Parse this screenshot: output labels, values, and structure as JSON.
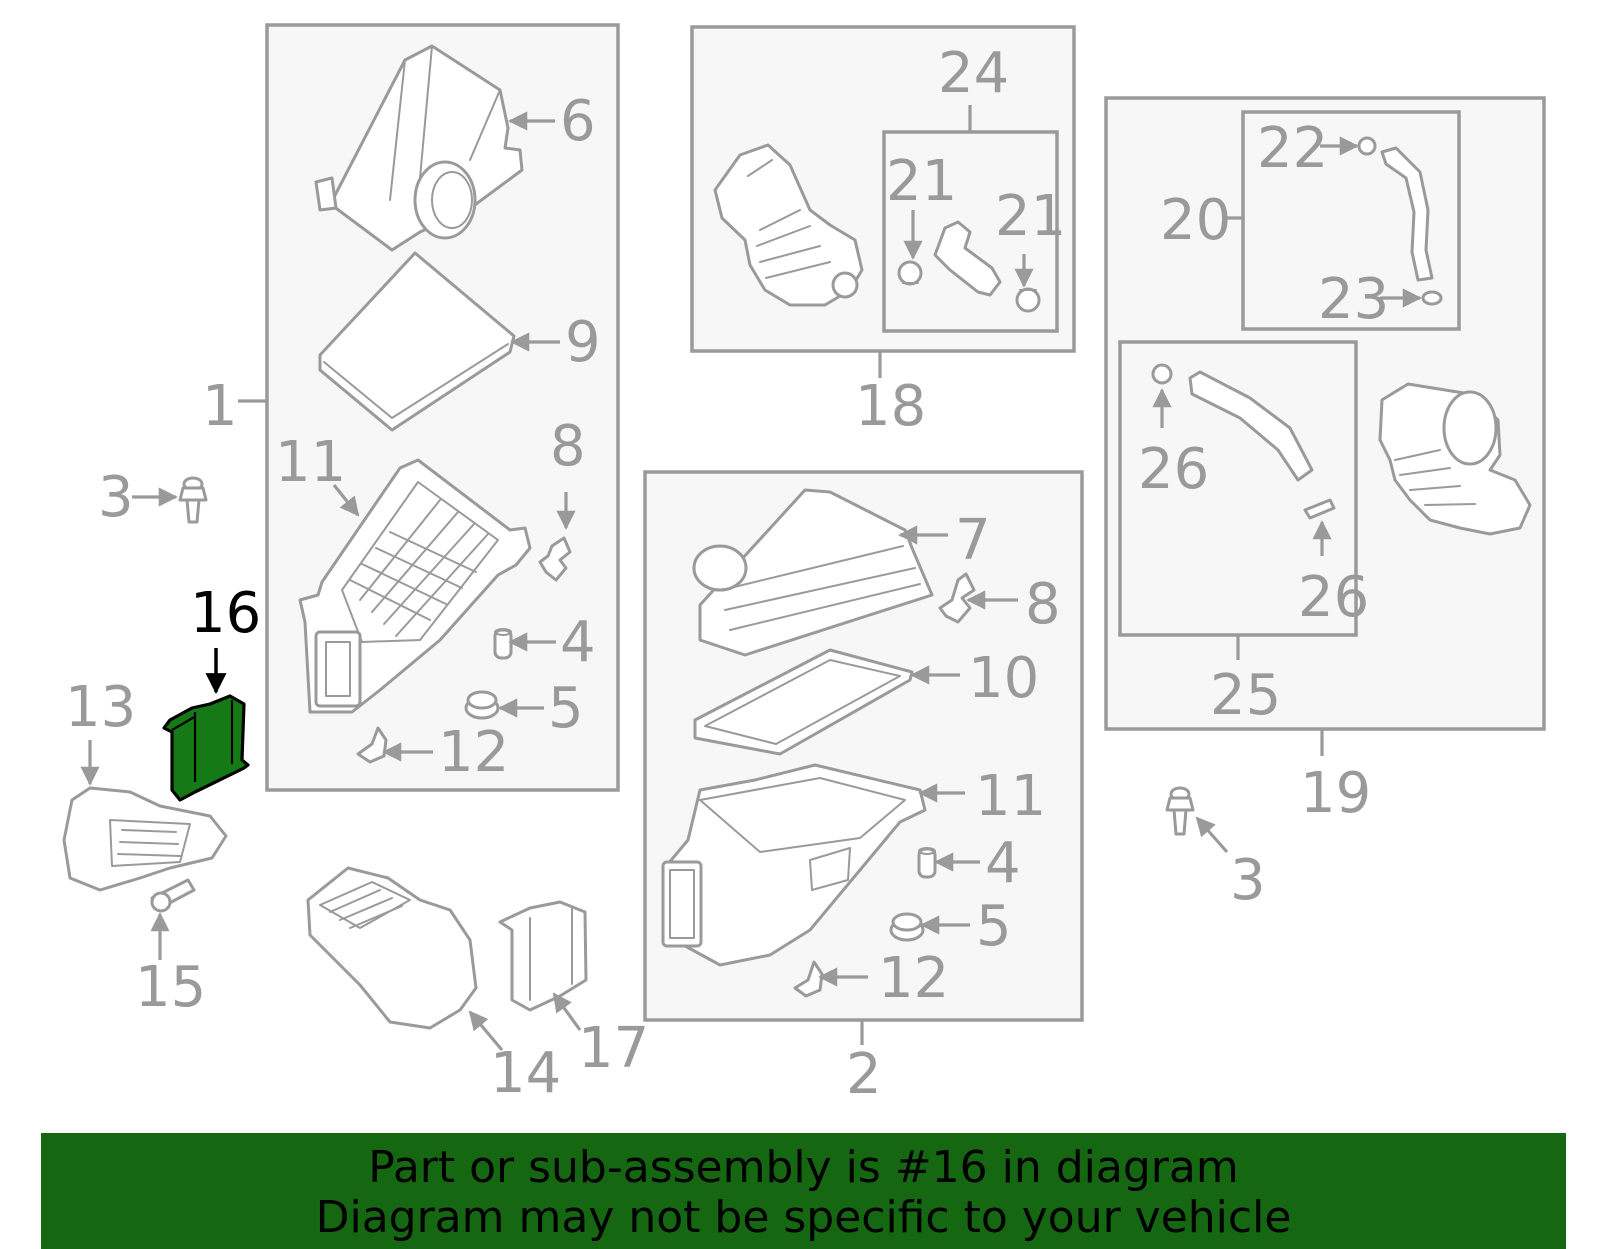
{
  "diagram": {
    "highlighted_part": "16",
    "callouts": {
      "c1": "1",
      "c2": "2",
      "c3a": "3",
      "c3b": "3",
      "c4a": "4",
      "c4b": "4",
      "c5a": "5",
      "c5b": "5",
      "c6": "6",
      "c7": "7",
      "c8a": "8",
      "c8b": "8",
      "c9": "9",
      "c10": "10",
      "c11a": "11",
      "c11b": "11",
      "c12a": "12",
      "c12b": "12",
      "c13": "13",
      "c14": "14",
      "c15": "15",
      "c16": "16",
      "c17": "17",
      "c18": "18",
      "c19": "19",
      "c20": "20",
      "c21a": "21",
      "c21b": "21",
      "c22": "22",
      "c23": "23",
      "c24": "24",
      "c25": "25",
      "c26a": "26",
      "c26b": "26"
    }
  },
  "banner": {
    "line1": "Part or sub-assembly is #16 in diagram",
    "line2": "Diagram may not be specific to your vehicle",
    "color": "#156712"
  },
  "colors": {
    "line": "#9a9a9a",
    "highlight_fill": "#157a15",
    "highlight_stroke": "#000000"
  }
}
